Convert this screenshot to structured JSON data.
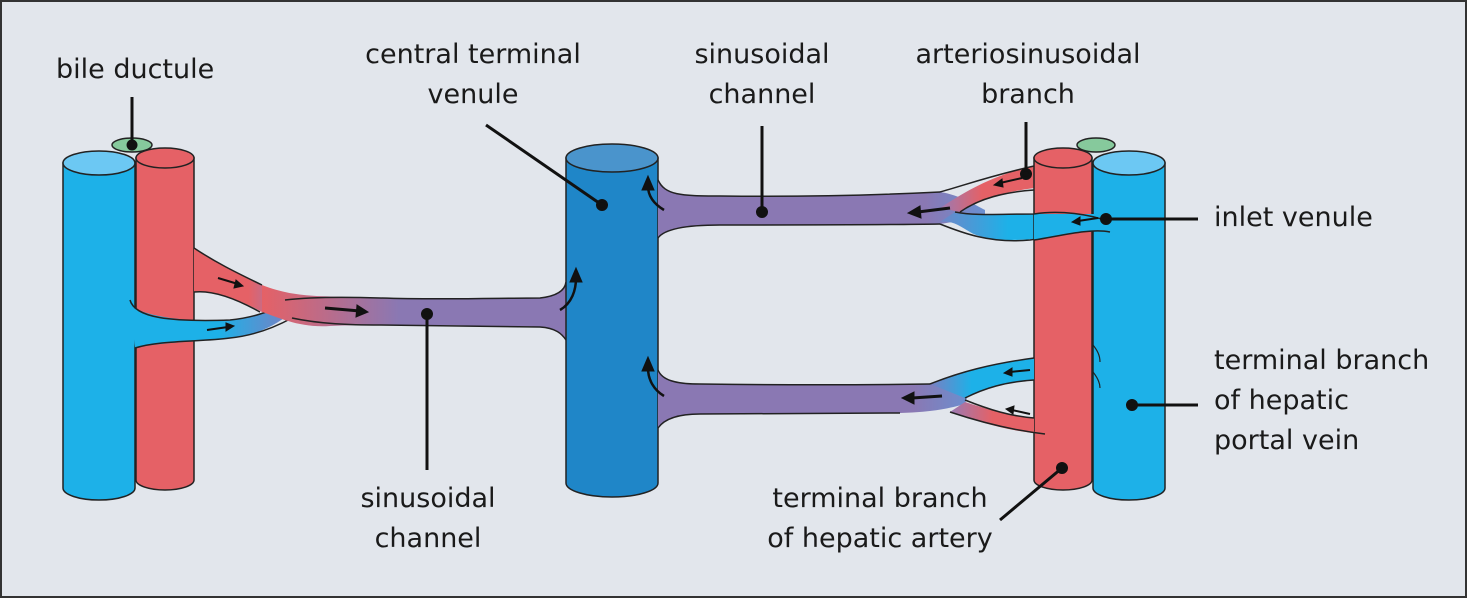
{
  "colors": {
    "background": "#e2e6ec",
    "portal_vein": "#1db1e8",
    "portal_vein_top": "#6cc8f3",
    "hepatic_artery": "#e56166",
    "central_venule": "#1f86c8",
    "central_venule_top": "#4a94cc",
    "sinusoid": "#8a78b3",
    "bile_ductule": "#86c99c"
  },
  "labels": {
    "bile_ductule": [
      "bile ductule"
    ],
    "central_terminal_venule": [
      "central terminal",
      "venule"
    ],
    "sinusoidal_channel_top": [
      "sinusoidal",
      "channel"
    ],
    "arteriosinusoidal_branch": [
      "arteriosinusoidal",
      "branch"
    ],
    "inlet_venule": [
      "inlet venule"
    ],
    "terminal_branch_portal_vein": [
      "terminal branch",
      "of hepatic",
      "portal vein"
    ],
    "terminal_branch_hepatic_artery": [
      "terminal branch",
      "of hepatic artery"
    ],
    "sinusoidal_channel_bottom": [
      "sinusoidal",
      "channel"
    ]
  }
}
